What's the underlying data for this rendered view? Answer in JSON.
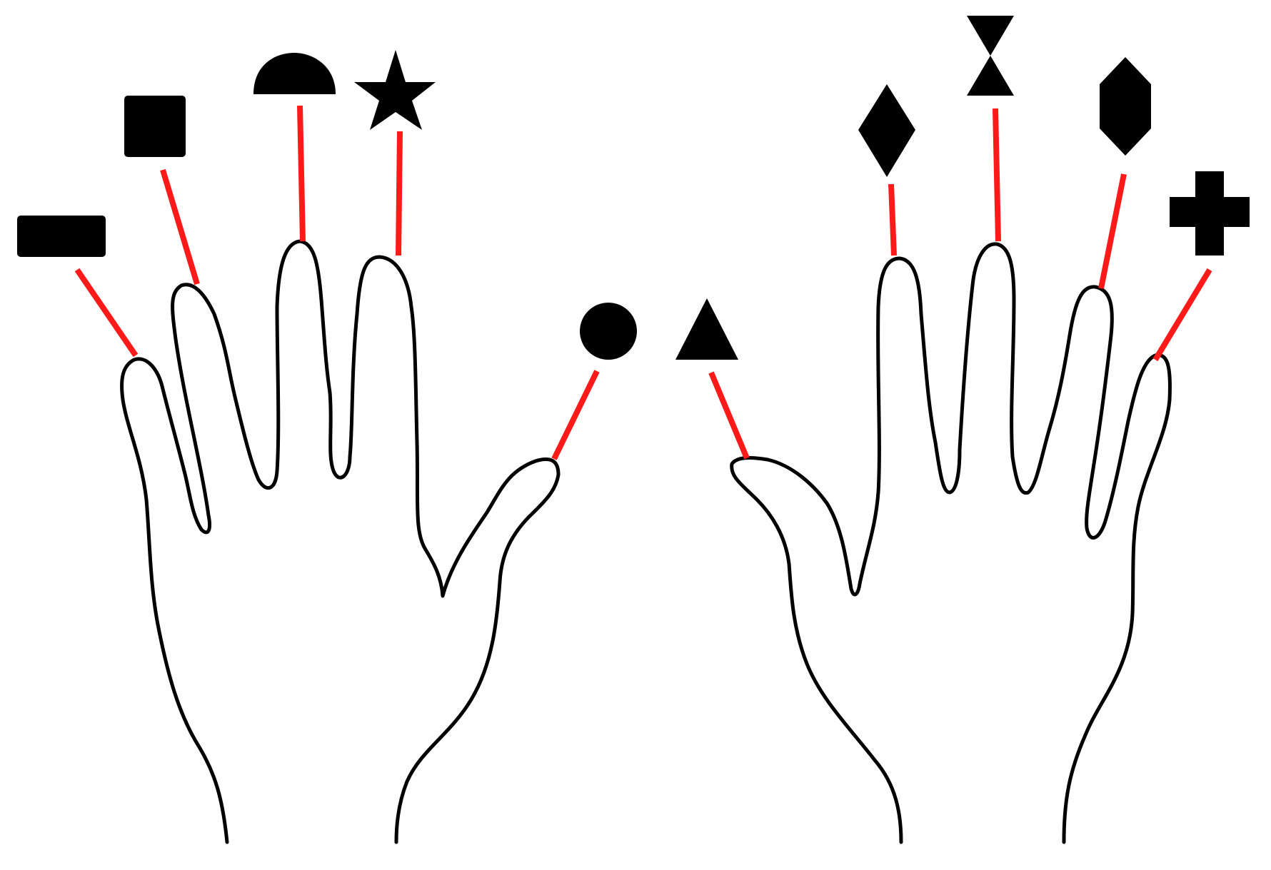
{
  "colors": {
    "background": "#ffffff",
    "outline": "#000000",
    "leader": "#ff1a1a",
    "symbol": "#000000"
  },
  "hands": [
    {
      "side": "left",
      "fingers": [
        {
          "finger": "pinky",
          "symbol": "bar-icon"
        },
        {
          "finger": "ring",
          "symbol": "square-icon"
        },
        {
          "finger": "middle",
          "symbol": "half-circle-icon"
        },
        {
          "finger": "index",
          "symbol": "star-icon"
        },
        {
          "finger": "thumb",
          "symbol": "circle-icon"
        }
      ]
    },
    {
      "side": "right",
      "fingers": [
        {
          "finger": "thumb",
          "symbol": "triangle-icon"
        },
        {
          "finger": "index",
          "symbol": "diamond-icon"
        },
        {
          "finger": "middle",
          "symbol": "hourglass-icon"
        },
        {
          "finger": "ring",
          "symbol": "hexagon-icon"
        },
        {
          "finger": "pinky",
          "symbol": "cross-icon"
        }
      ]
    }
  ]
}
